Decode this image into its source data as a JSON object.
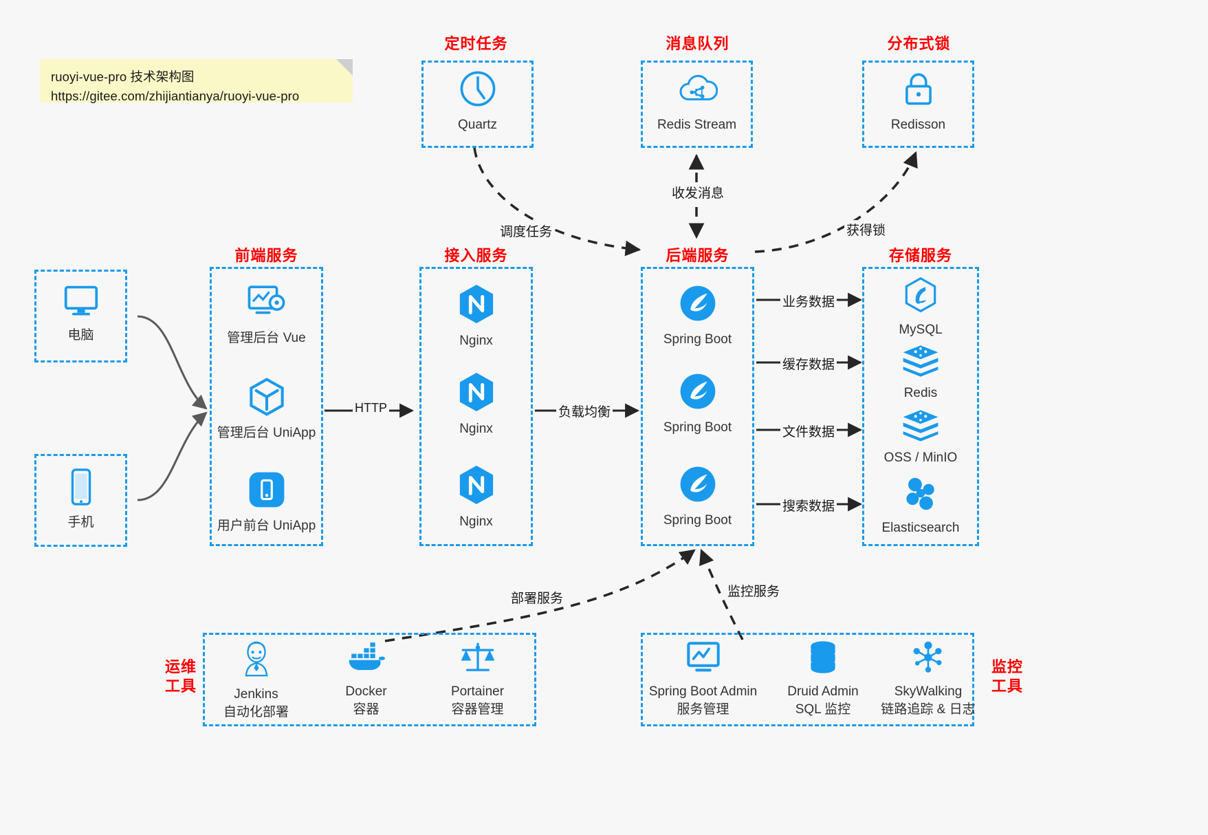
{
  "note": {
    "title": "ruoyi-vue-pro 技术架构图",
    "url": "https://gitee.com/zhijiantianya/ruoyi-vue-pro"
  },
  "groups": {
    "scheduler": {
      "title": "定时任务"
    },
    "mq": {
      "title": "消息队列"
    },
    "lock": {
      "title": "分布式锁"
    },
    "frontend": {
      "title": "前端服务"
    },
    "gateway": {
      "title": "接入服务"
    },
    "backend": {
      "title": "后端服务"
    },
    "storage": {
      "title": "存储服务"
    },
    "devops": {
      "title_line1": "运维",
      "title_line2": "工具"
    },
    "monitor": {
      "title_line1": "监控",
      "title_line2": "工具"
    }
  },
  "nodes": {
    "quartz": {
      "label": "Quartz",
      "icon": "clock-icon"
    },
    "redis_stream": {
      "label": "Redis Stream",
      "icon": "cloud-stream-icon"
    },
    "redisson": {
      "label": "Redisson",
      "icon": "lock-icon"
    },
    "pc": {
      "label": "电脑",
      "icon": "desktop-icon"
    },
    "phone": {
      "label": "手机",
      "icon": "mobile-icon"
    },
    "admin_vue": {
      "label": "管理后台 Vue",
      "icon": "dashboard-gear-icon"
    },
    "admin_uniapp": {
      "label": "管理后台 UniApp",
      "icon": "cube-icon"
    },
    "user_uniapp": {
      "label": "用户前台 UniApp",
      "icon": "app-square-icon"
    },
    "nginx1": {
      "label": "Nginx",
      "icon": "nginx-icon"
    },
    "nginx2": {
      "label": "Nginx",
      "icon": "nginx-icon"
    },
    "nginx3": {
      "label": "Nginx",
      "icon": "nginx-icon"
    },
    "springboot1": {
      "label": "Spring Boot",
      "icon": "spring-leaf-icon"
    },
    "springboot2": {
      "label": "Spring Boot",
      "icon": "spring-leaf-icon"
    },
    "springboot3": {
      "label": "Spring Boot",
      "icon": "spring-leaf-icon"
    },
    "mysql": {
      "label": "MySQL",
      "icon": "mysql-dolphin-icon"
    },
    "redis": {
      "label": "Redis",
      "icon": "redis-stack-icon"
    },
    "oss": {
      "label": "OSS / MinIO",
      "icon": "redis-stack-icon"
    },
    "elasticsearch": {
      "label": "Elasticsearch",
      "icon": "elasticsearch-icon"
    },
    "jenkins": {
      "label": "Jenkins",
      "sublabel": "自动化部署",
      "icon": "jenkins-butler-icon"
    },
    "docker": {
      "label": "Docker",
      "sublabel": "容器",
      "icon": "docker-whale-icon"
    },
    "portainer": {
      "label": "Portainer",
      "sublabel": "容器管理",
      "icon": "scales-icon"
    },
    "sba": {
      "label": "Spring Boot Admin",
      "sublabel": "服务管理",
      "icon": "monitor-chart-icon"
    },
    "druid": {
      "label": "Druid Admin",
      "sublabel": "SQL 监控",
      "icon": "database-icon"
    },
    "skywalking": {
      "label": "SkyWalking",
      "sublabel": "链路追踪 & 日志",
      "icon": "network-nodes-icon"
    }
  },
  "edges": {
    "schedule_task": "调度任务",
    "send_receive_message": "收发消息",
    "acquire_lock": "获得锁",
    "http": "HTTP",
    "load_balance": "负载均衡",
    "business_data": "业务数据",
    "cache_data": "缓存数据",
    "file_data": "文件数据",
    "search_data": "搜索数据",
    "deploy_service": "部署服务",
    "monitor_service": "监控服务"
  },
  "colors": {
    "accent": "#1a9aec",
    "title": "#ff0000",
    "background": "#f7f7f7",
    "note": "#fbf8c8",
    "arrow": "#262626"
  }
}
